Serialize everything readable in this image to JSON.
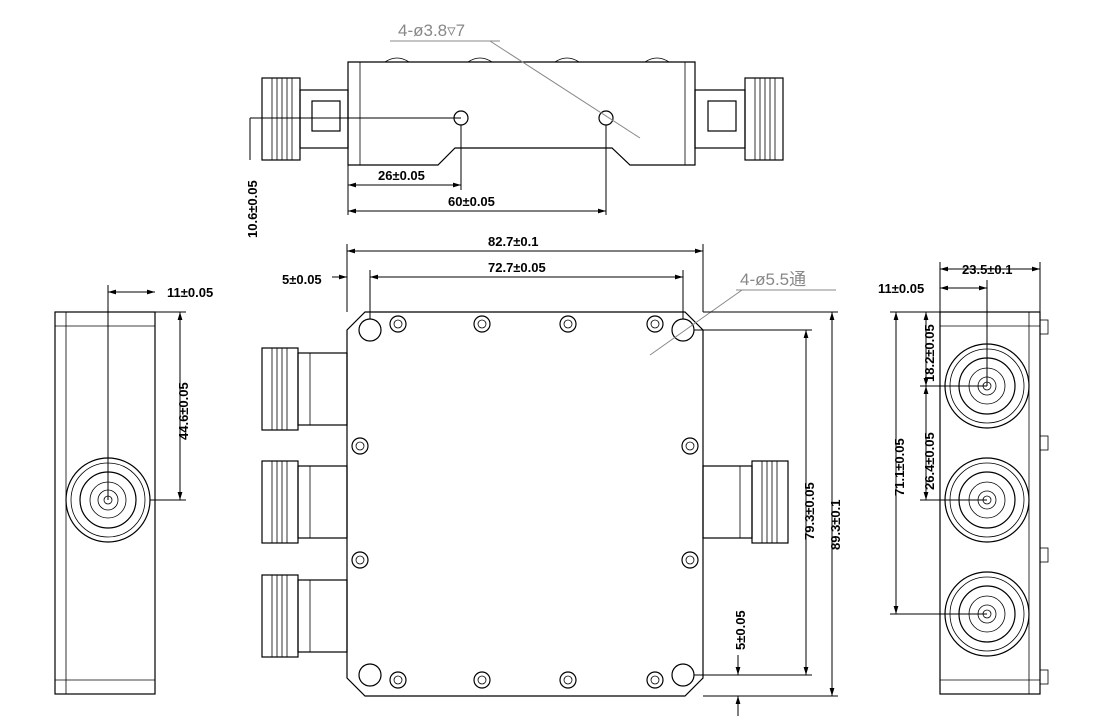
{
  "top_view": {
    "hole_callout": "4-ø3.8▿7",
    "dim_height": "10.6±0.05",
    "dim_first_hole": "26±0.05",
    "dim_hole_spacing": "60±0.05"
  },
  "main_view": {
    "dim_overall_width": "82.7±0.1",
    "dim_edge_offset": "5±0.05",
    "dim_hole_span_x": "72.7±0.05",
    "hole_callout": "4-ø5.5通",
    "dim_hole_span_y": "79.3±0.05",
    "dim_overall_height": "89.3±0.1",
    "dim_bottom_offset": "5±0.05"
  },
  "left_view": {
    "dim_connector_offset": "11±0.05",
    "dim_connector_height": "44.6±0.05"
  },
  "right_view": {
    "dim_width": "23.5±0.1",
    "dim_connector_offset": "11±0.05",
    "dim_top_connector": "18.2±0.05",
    "dim_connector_pitch": "26.4±0.05",
    "dim_bottom_connector": "71.1±0.05"
  }
}
